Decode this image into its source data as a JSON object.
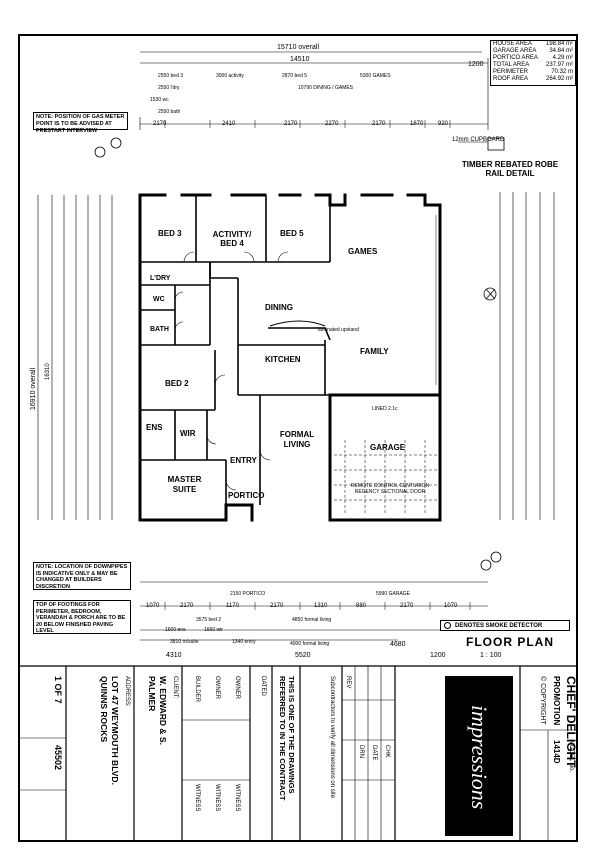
{
  "overall_dims": {
    "top_overall": "15710 overall",
    "top_14510": "14510",
    "top_1200": "1200",
    "left_overall": "16910 overall",
    "left_16310": "16310",
    "bottom_5520": "5520",
    "bottom_4680": "4680",
    "bottom_4310": "4310",
    "bottom_1200": "1200"
  },
  "area_schedule": [
    {
      "label": "HOUSE AREA",
      "value": "198.84 m²"
    },
    {
      "label": "GARAGE AREA",
      "value": "34.84 m²"
    },
    {
      "label": "PORTICO AREA",
      "value": "4.29 m²"
    },
    {
      "label": "TOTAL AREA",
      "value": "237.97 m²"
    },
    {
      "label": "PERIMETER",
      "value": "70.32 m"
    },
    {
      "label": "ROOF AREA",
      "value": "264.92 m²"
    }
  ],
  "top_chain": [
    "2170",
    "2410",
    "2170",
    "2270",
    "2170",
    "1670",
    "920"
  ],
  "top_room_dims": [
    "2550 bed 3",
    "3000 activity",
    "2870 bed 5",
    "5300 GAMES",
    "2550 l'dry",
    "10790 DINING / GAMES",
    "1530 wc",
    "2550 bath"
  ],
  "rooms": {
    "bed3": "BED 3",
    "activity": "ACTIVITY/ BED 4",
    "bed5": "BED 5",
    "games": "GAMES",
    "ldry": "L'DRY",
    "wc": "WC",
    "bath": "BATH",
    "dining": "DINING",
    "kitchen": "KITCHEN",
    "family": "FAMILY",
    "bed2": "BED 2",
    "ens": "ENS",
    "wir": "WIR",
    "master": "MASTER SUITE",
    "formal": "FORMAL LIVING",
    "entry": "ENTRY",
    "portico": "PORTICO",
    "garage": "GARAGE"
  },
  "robe_detail": {
    "title": "TIMBER REBATED ROBE RAIL DETAIL",
    "cupboard": "12mm CUPBOARD"
  },
  "notes": {
    "downpipes": "NOTE: LOCATION OF DOWNPIPES IS INDICATIVE ONLY & MAY BE CHANGED AT BUILDERS DISCRETION",
    "footings": "TOP OF FOOTINGS FOR PERIMETER, BEDROOM, VERANDAH & PORCH ARE TO BE 20 BELOW FINISHED PAVING LEVEL",
    "gas_meter": "NOTE: POSITION OF GAS METER POINT IS TO BE ADVISED AT PRESTART INTERVIEW",
    "smoke": "DENOTES SMOKE DETECTOR",
    "garage_door": "REMOTE CONTROL CENTURION REGENCY SECTIONAL DOOR",
    "garage_lined": "LINED 2.1c",
    "laminated": "laminated upstand"
  },
  "plan_title": "FLOOR PLAN",
  "scale": "1 : 100",
  "bottom_chain": [
    "1070",
    "2170",
    "1170",
    "2170",
    "1310",
    "880",
    "2170",
    "1070"
  ],
  "bottom_room_dims": [
    "2150 PORTICO",
    "5990 GARAGE",
    "3575 bed 2",
    "4850 formal living",
    "1600 ens",
    "1660 wir",
    "4000 formal living",
    "3810 m/suite",
    "1340 entry"
  ],
  "title_block": {
    "client_label": "CLIENT:",
    "client": "W. EDWARD & S. PALMER",
    "address_label": "ADDRESS:",
    "address": "LOT 47 WEYMOUTH BLVD. QUINNS ROCKS",
    "sheet": "1 OF 7",
    "job_no": "45502",
    "contract_text": "THIS IS ONE OF THE DRAWINGS REFERRED TO IN THE CONTRACT",
    "subcontractors": "Subcontractors to verify all dimensions on site",
    "dated": "DATED",
    "builder": "BUILDER",
    "owner": "OWNER",
    "witness": "WITNESS",
    "rev": "REV",
    "drn": "DRN",
    "date": "DATE",
    "chk": "CHK",
    "brand": "impressions",
    "product": "CHEF' DELIGHT",
    "promotion": "PROMOTION",
    "copyright": "© COPYRIGHT",
    "model_label": "MODEL No.",
    "model": "1414D"
  }
}
